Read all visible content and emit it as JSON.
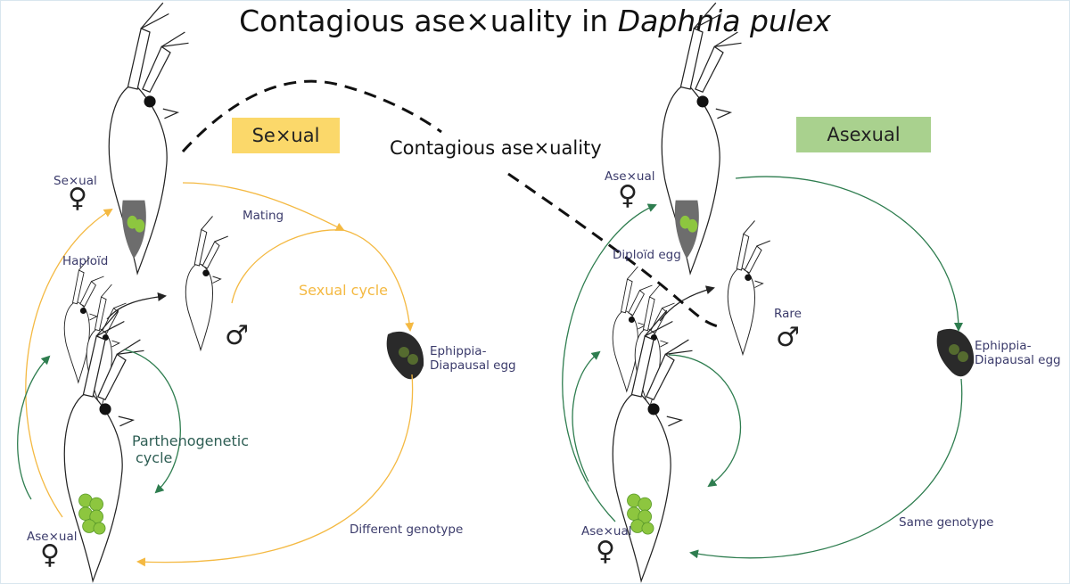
{
  "title": {
    "main": "Contagious ase×uality in ",
    "species": "Daphnia pulex"
  },
  "tags": {
    "sexual": "Se×ual",
    "asexual": "Asexual"
  },
  "contagious_label": "Contagious ase×uality",
  "left": {
    "sexual_female": "Se×ual",
    "haploid": "Haploïd",
    "mating": "Mating",
    "sexual_cycle": "Sexual cycle",
    "ephippia_line1": "Ephippia-",
    "ephippia_line2": "Diapausal egg",
    "parthenogenetic_line1": "Parthenogenetic",
    "parthenogenetic_line2": "cycle",
    "different_genotype": "Different genotype",
    "asexual_female": "Ase×ual"
  },
  "right": {
    "asexual_female_top": "Ase×ual",
    "diploid_egg": "Diploïd egg",
    "rare": "Rare",
    "ephippia_line1": "Ephippia-",
    "ephippia_line2": "Diapausal egg",
    "same_genotype": "Same genotype",
    "asexual_female_bottom": "Ase×ual"
  },
  "symbols": {
    "female": "♀",
    "male": "♂"
  },
  "colors": {
    "sexual": "#f4b942",
    "asexual": "#2e7d4f",
    "sexual_tag": "#fbd86a",
    "asexual_tag": "#a9d18e",
    "egg": "#8dc63f"
  }
}
